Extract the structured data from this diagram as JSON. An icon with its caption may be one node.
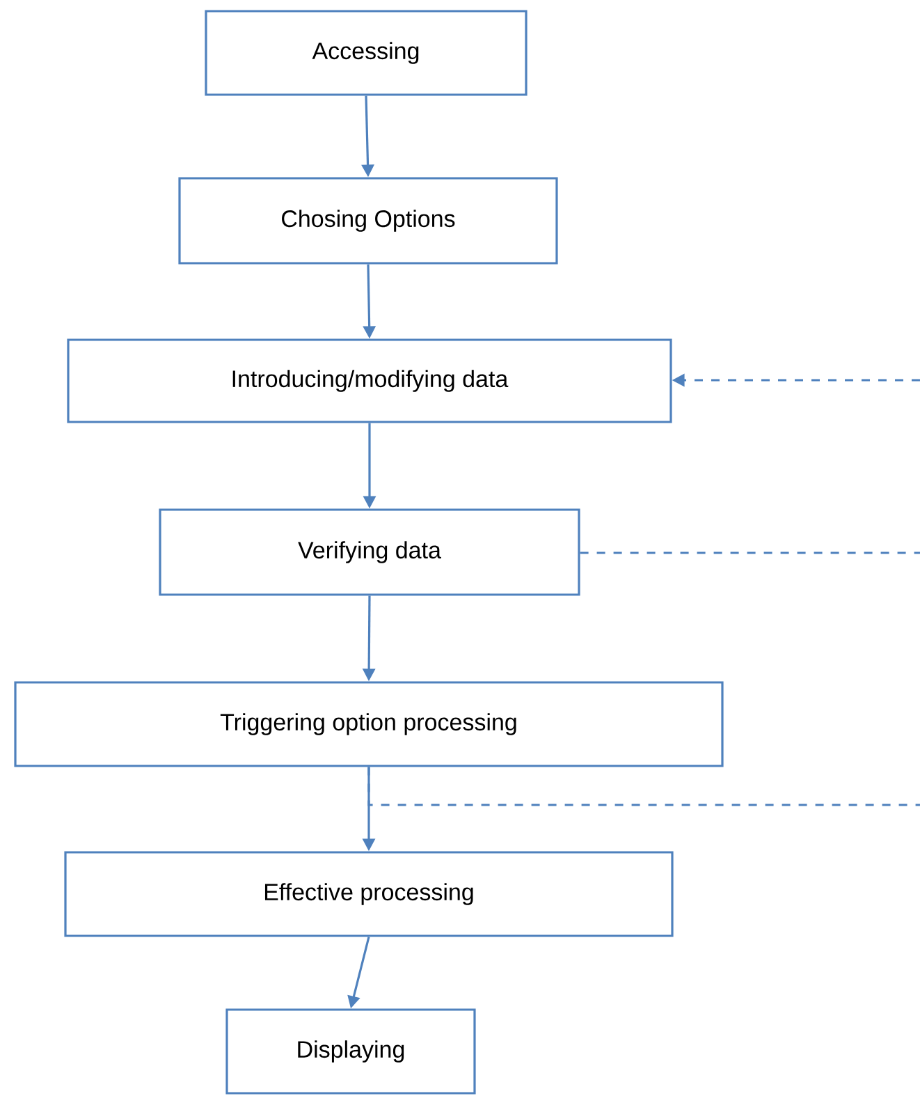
{
  "diagram": {
    "nodes": [
      {
        "text": [
          "Accessing"
        ]
      },
      {
        "text": [
          "Chosing Options"
        ]
      },
      {
        "text": [
          "Introducing/modifying data"
        ]
      },
      {
        "text": [
          "Verifying data"
        ]
      },
      {
        "text": [
          "Triggering option processing"
        ]
      },
      {
        "text": [
          "Effective processing"
        ]
      },
      {
        "text": [
          "Displaying"
        ]
      }
    ],
    "edges": [
      {
        "from": 0,
        "to": 1,
        "arrow": "to"
      },
      {
        "from": 1,
        "to": 2,
        "arrow": "to"
      },
      {
        "from": 2,
        "to": 3,
        "arrow": "to"
      },
      {
        "from": 3,
        "to": 4,
        "arrow": "to"
      },
      {
        "from": 4,
        "to": 5,
        "arrow": "to"
      },
      {
        "from": 5,
        "to": 6,
        "arrow": "to"
      },
      {
        "from": null,
        "to": 2,
        "arrow": "to",
        "style": "dashed"
      },
      {
        "from": 3,
        "to": null,
        "arrow": "none",
        "style": "dashed"
      },
      {
        "from": 4,
        "to": null,
        "arrow": "none",
        "style": "dashed"
      }
    ]
  }
}
